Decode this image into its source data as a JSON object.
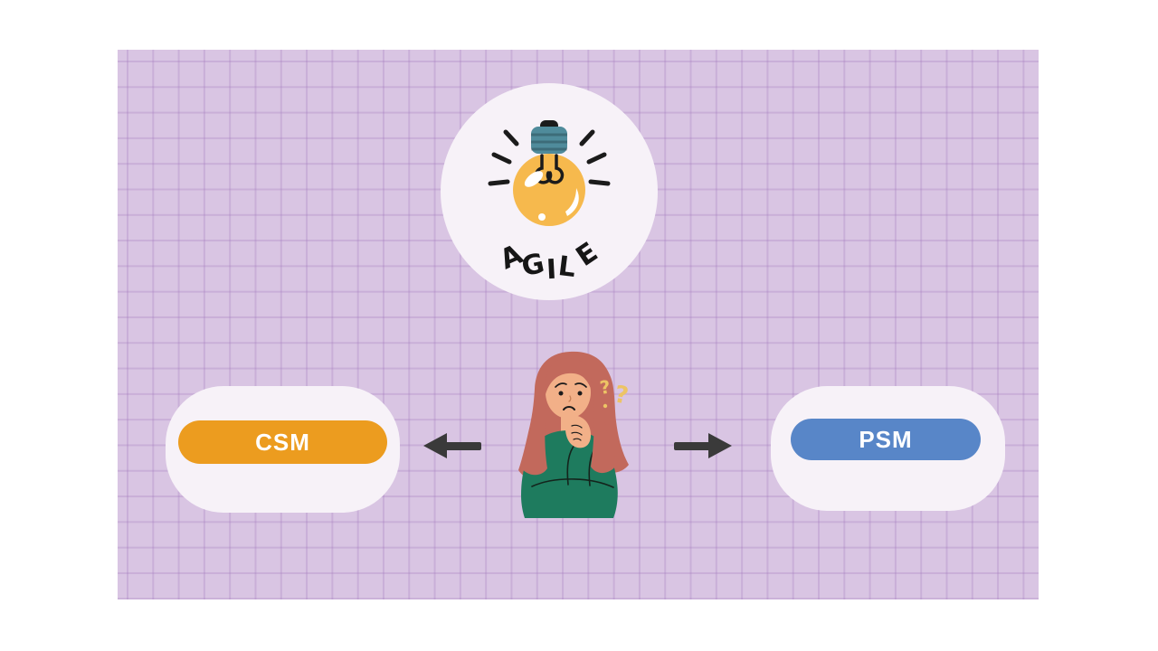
{
  "badge": {
    "word": "AGILE",
    "letters": [
      "A",
      "G",
      "I",
      "L",
      "E"
    ]
  },
  "options": [
    {
      "id": "csm",
      "label": "CSM"
    },
    {
      "id": "psm",
      "label": "PSM"
    }
  ],
  "person": {
    "question_mark_small": "?",
    "question_mark_large": "?"
  },
  "colors": {
    "page_bg": "#ffffff",
    "panel_bg": "#d9c5e3",
    "grid_line": "#cbb3d8",
    "surface": "#f7f2f8",
    "csm_pill": "#EC9C1F",
    "psm_pill": "#5886C8",
    "pill_text": "#ffffff",
    "arrow": "#3A3A3A",
    "ink": "#1b1b1b",
    "bulb_glass": "#F6B94D",
    "bulb_cap": "#4F8B9B",
    "hair": "#C2695C",
    "skin": "#F2B088",
    "sweater": "#1E7B5E",
    "question_marks": "#EDC465"
  }
}
